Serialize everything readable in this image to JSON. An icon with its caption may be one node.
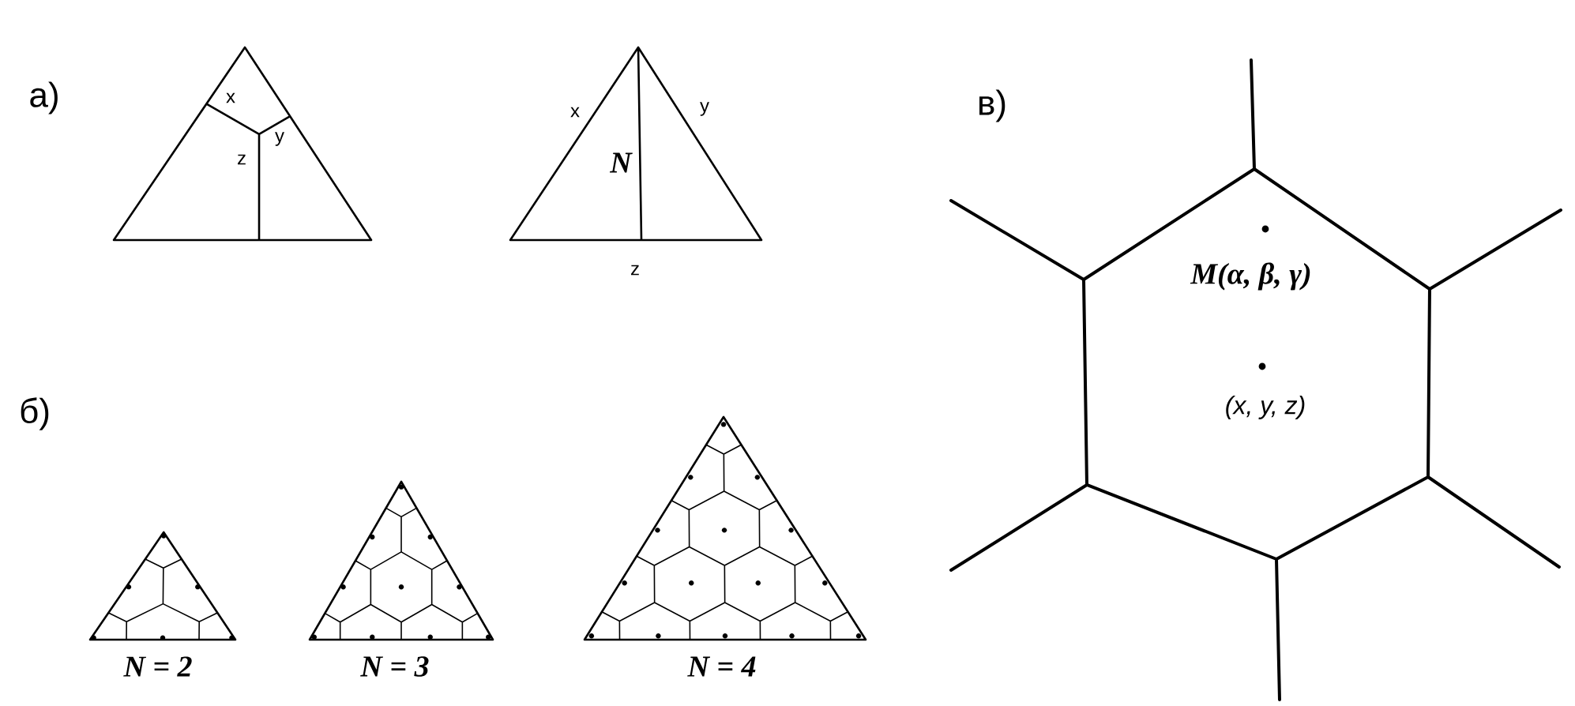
{
  "diagram": {
    "labels": [
      "а)",
      "x",
      "y",
      "z",
      "x",
      "y",
      "N",
      "z",
      "б)",
      "N = 2",
      "N = 3",
      "N = 4",
      "в)",
      "M(α, β, γ)",
      "(x, y, z)"
    ]
  }
}
